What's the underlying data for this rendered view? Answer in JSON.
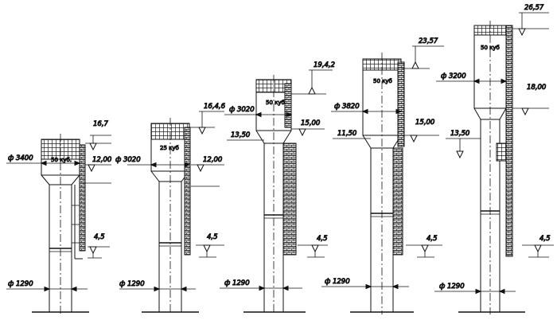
{
  "drawing": {
    "towers": [
      {
        "tank_diameter": "ф 3400",
        "tank_label": "50 куб.",
        "top_elevation": "16,7",
        "tank_bottom_elevation": "12,00",
        "ground_level": "4,5",
        "column_diameter": "ф 1290"
      },
      {
        "tank_diameter": "ф 3020",
        "tank_label": "25 куб",
        "top_elevation": "16,4,6",
        "tank_bottom_elevation": "12,00",
        "ground_level": "4,5",
        "column_diameter": "ф 1290"
      },
      {
        "tank_diameter": "ф 3020",
        "tank_label": "50 куб",
        "top_elevation": "19,4,2",
        "tank_bottom_elevation": "15,00",
        "mid_elevation": "13,50",
        "ground_level": "4,5",
        "column_diameter": "ф 1290"
      },
      {
        "tank_diameter": "ф 3820",
        "tank_label": "50 куб",
        "top_elevation": "23,57",
        "tank_bottom_elevation": "15,00",
        "mid_elevation": "11,50",
        "ground_level": "4,5",
        "column_diameter": "ф 1290"
      },
      {
        "tank_diameter": "ф 3200",
        "tank_label": "50 куб",
        "top_elevation": "26,57",
        "tank_bottom_elevation": "18,00",
        "mid_elevation": "13,50",
        "ground_level": "4,5",
        "column_diameter": "ф 1290"
      }
    ]
  }
}
